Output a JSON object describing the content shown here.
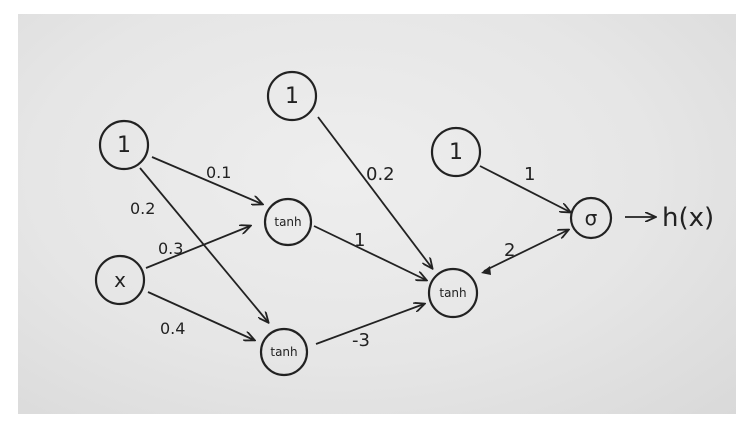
{
  "nodes": {
    "bias_input": "1",
    "input_x": "x",
    "bias_hidden1": "1",
    "hidden1_top": "tanh",
    "hidden1_bottom": "tanh",
    "bias_hidden2": "1",
    "hidden2": "tanh",
    "output": "σ"
  },
  "weights": {
    "bias_to_top": "0.1",
    "bias_to_bottom": "0.2",
    "x_to_top": "0.3",
    "x_to_bottom": "0.4",
    "bias2_to_h2": "0.2",
    "top_to_h2": "1",
    "bottom_to_h2": "-3",
    "bias3_to_out": "1",
    "h2_to_out": "2"
  },
  "output_label": "h(x)"
}
